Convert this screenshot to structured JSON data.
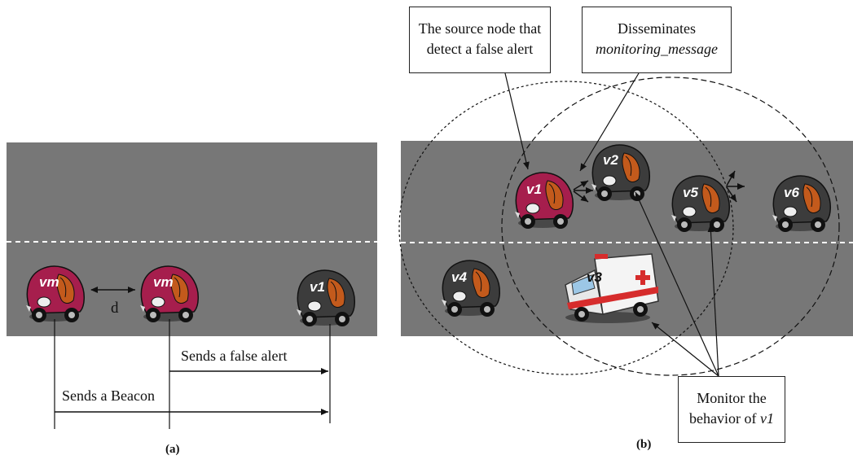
{
  "panel_a": {
    "caption": "(a)",
    "distance_label": "d",
    "false_alert_label": "Sends  a false alert",
    "beacon_label": "Sends  a Beacon",
    "vehicles": [
      {
        "label": "vm",
        "color": "#a61e4d"
      },
      {
        "label": "vm",
        "color": "#a61e4d"
      },
      {
        "label": "v1",
        "color": "#3c3c3c"
      }
    ]
  },
  "panel_b": {
    "caption": "(b)",
    "source_box": [
      "The source node that",
      "detect a false alert"
    ],
    "disseminates_box": [
      "Disseminates",
      "monitoring_message"
    ],
    "monitor_box": [
      "Monitor the",
      "behavior of"
    ],
    "monitor_box_italic": "v1",
    "vehicles": [
      {
        "label": "v1",
        "color": "#a61e4d"
      },
      {
        "label": "v2",
        "color": "#3c3c3c"
      },
      {
        "label": "v5",
        "color": "#3c3c3c"
      },
      {
        "label": "v6",
        "color": "#3c3c3c"
      },
      {
        "label": "v4",
        "color": "#3c3c3c"
      },
      {
        "label": "v3",
        "kind": "ambulance"
      }
    ]
  },
  "colors": {
    "road": "#777777",
    "lane_marking": "#ffffff",
    "malicious_car": "#a61e4d",
    "normal_car": "#3c3c3c",
    "car_accent": "#c35a1c"
  }
}
